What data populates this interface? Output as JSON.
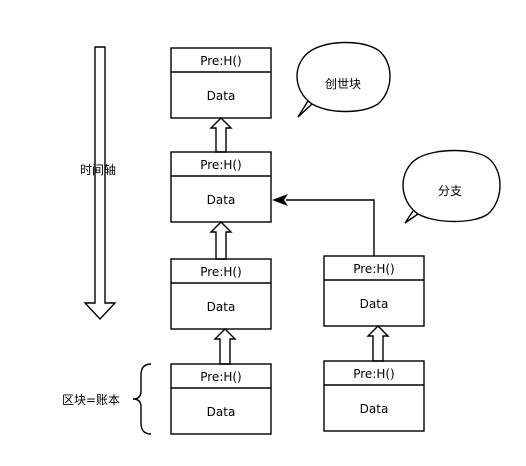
{
  "timeline": {
    "label": "时间轴"
  },
  "ledger_note": {
    "label": "区块=账本"
  },
  "genesis_callout": {
    "label": "创世块"
  },
  "fork_callout": {
    "label": "分支"
  },
  "blocks": [
    {
      "id": "genesis",
      "header": "Pre:H()",
      "body": "Data"
    },
    {
      "id": "block-2",
      "header": "Pre:H()",
      "body": "Data"
    },
    {
      "id": "block-3",
      "header": "Pre:H()",
      "body": "Data"
    },
    {
      "id": "block-4",
      "header": "Pre:H()",
      "body": "Data"
    },
    {
      "id": "fork-1",
      "header": "Pre:H()",
      "body": "Data"
    },
    {
      "id": "fork-2",
      "header": "Pre:H()",
      "body": "Data"
    }
  ]
}
